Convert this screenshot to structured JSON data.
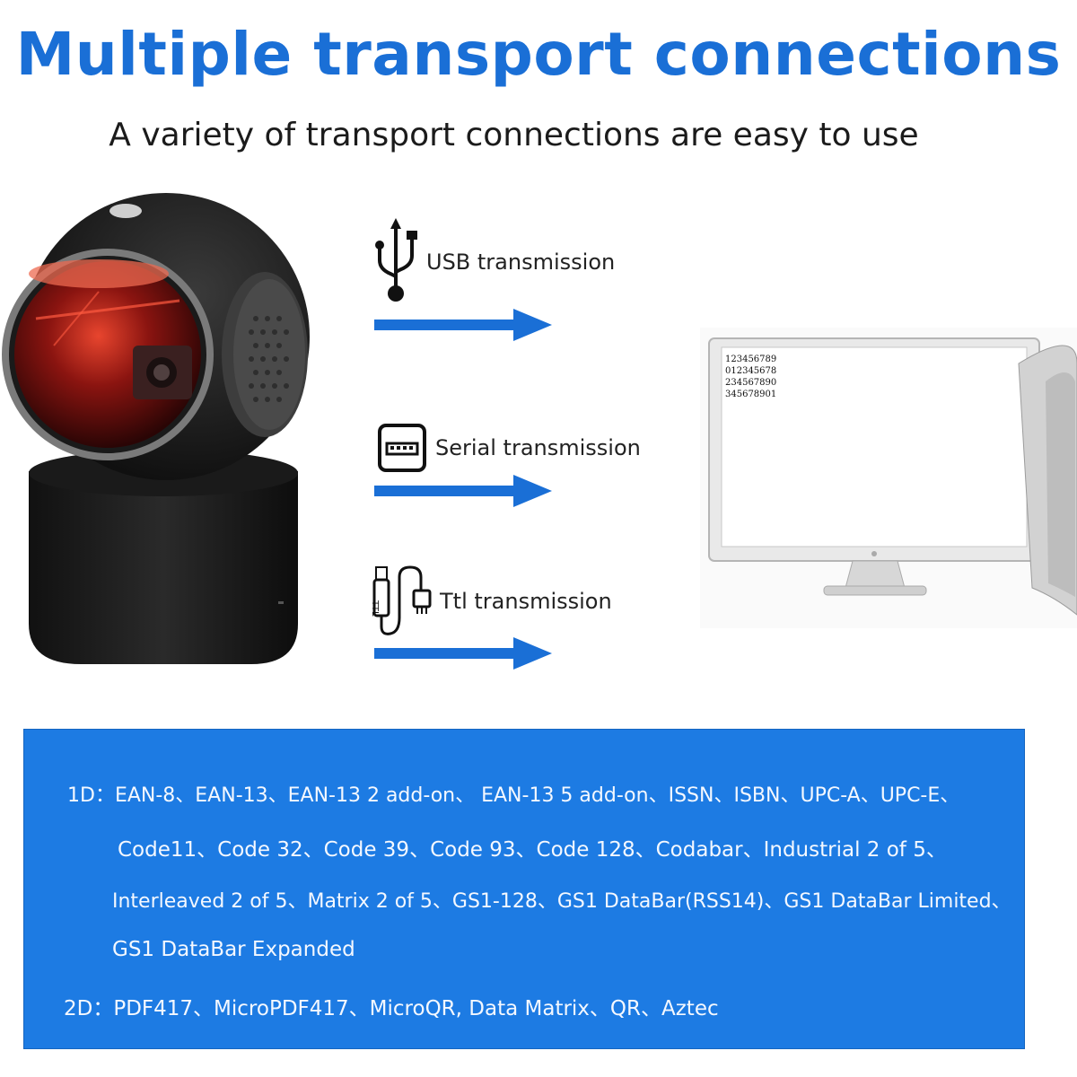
{
  "title": "Multiple transport connections",
  "subtitle": "A variety of transport connections are easy to use",
  "transports": [
    {
      "label": "USB transmission",
      "icon": "usb-icon"
    },
    {
      "label": "Serial transmission",
      "icon": "serial-port-icon"
    },
    {
      "label": "Ttl transmission",
      "icon": "ttl-cable-icon"
    }
  ],
  "monitor": {
    "screen_lines": [
      "123456789",
      "012345678",
      "234567890",
      "345678901"
    ]
  },
  "codes": {
    "lines": [
      "1D：EAN-8、EAN-13、EAN-13 2 add-on、 EAN-13 5 add-on、ISSN、ISBN、UPC-A、UPC-E、",
      "Code11、Code 32、Code 39、Code 93、Code 128、Codabar、Industrial 2 of 5、",
      "Interleaved 2 of 5、Matrix 2 of 5、GS1-128、GS1 DataBar(RSS14)、GS1 DataBar Limited、",
      "GS1 DataBar Expanded",
      "2D：PDF417、MicroPDF417、MicroQR, Data Matrix、QR、Aztec"
    ]
  },
  "colors": {
    "title": "#1a6fd6",
    "arrow": "#1a6fd6",
    "panel": "#1d7be3",
    "laser": "#c8281e"
  }
}
